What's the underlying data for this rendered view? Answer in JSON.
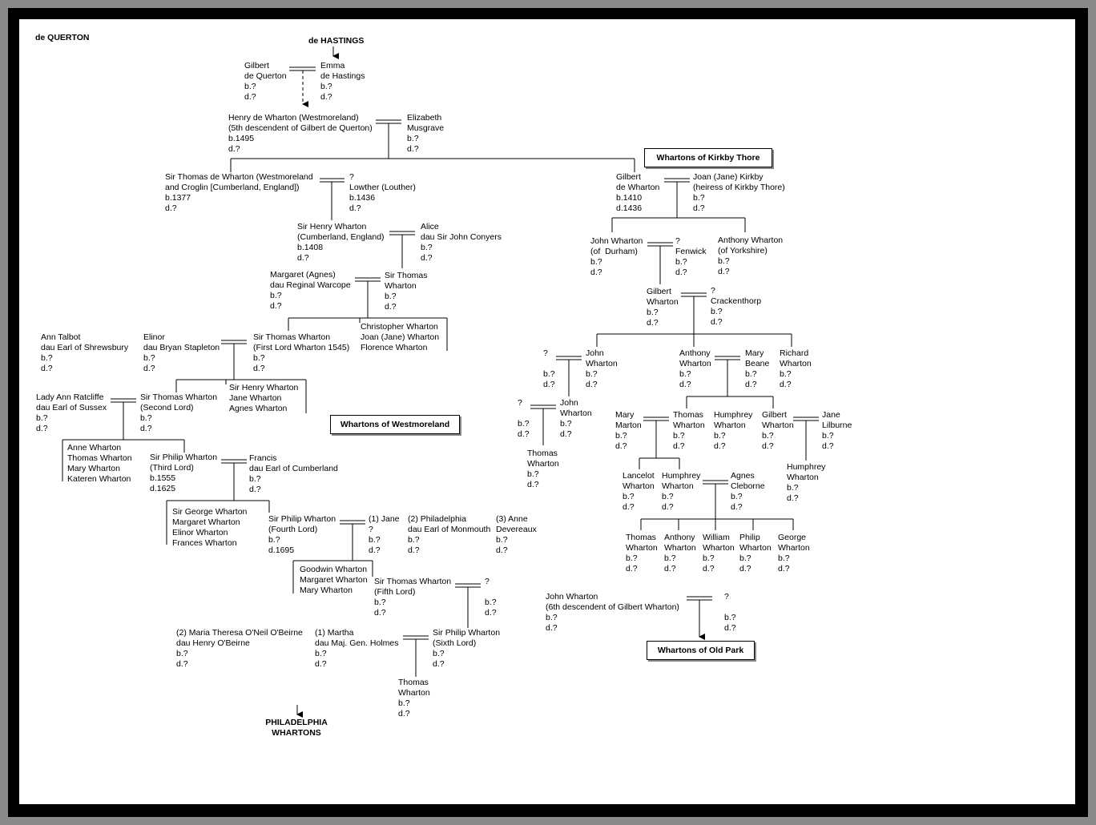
{
  "headings": {
    "querton": "de QUERTON",
    "hastings": "de HASTINGS",
    "philadelphia": "PHILADELPHIA\nWHARTONS"
  },
  "boxes": {
    "kirkby": "Whartons of Kirkby Thore",
    "westmoreland": "Whartons of Westmoreland",
    "oldpark": "Whartons of Old Park"
  },
  "people": {
    "gilbert_querton": "Gilbert\nde Querton\nb.?\nd.?",
    "emma": "Emma\nde Hastings\nb.?\nd.?",
    "henry": "Henry de Wharton (Westmoreland)\n(5th descendent of Gilbert de Querton)\nb.1495\nd.?",
    "elizabeth": "Elizabeth\nMusgrave\nb.?\nd.?",
    "sir_thomas_dw": "Sir Thomas de Wharton (Westmoreland\nand Croglin [Cumberland, England])\nb.1377\nd.?",
    "lowther": "?\nLowther (Louther)\nb.1436\nd.?",
    "gilbert_dw": "Gilbert\nde Wharton\nb.1410\nd.1436",
    "joan_kirkby": "Joan (Jane) Kirkby\n(heiress of Kirkby Thore)\nb.?\nd.?",
    "sir_henry": "Sir Henry Wharton\n(Cumberland, England)\nb.1408\nd.?",
    "alice": "Alice\ndau Sir John Conyers\nb.?\nd.?",
    "john_durham": "John Wharton\n(of  Durham)\nb.?\nd.?",
    "fenwick": "?\nFenwick\nb.?\nd.?",
    "anthony_york": "Anthony Wharton\n(of Yorkshire)\nb.?\nd.?",
    "margaret_agnes": "Margaret (Agnes)\ndau Reginal Warcope\nb.?\nd.?",
    "sir_thomas_w": "Sir Thomas\nWharton\nb.?\nd.?",
    "gilbert_w": "Gilbert\nWharton\nb.?\nd.?",
    "crackenthorp": "?\nCrackenthorp\nb.?\nd.?",
    "sibs_christopher": "Christopher Wharton\nJoan (Jane) Wharton\nFlorence Wharton",
    "ann_talbot": "Ann Talbot\ndau Earl of Shrewsbury\nb.?\nd.?",
    "elinor": "Elinor\ndau Bryan Stapleton\nb.?\nd.?",
    "first_lord": "Sir Thomas Wharton\n(First Lord Wharton 1545)\nb.?\nd.?",
    "unk_john": "?\n\nb.?\nd.?",
    "john_w1": "John\nWharton\nb.?\nd.?",
    "anthony_w": "Anthony\nWharton\nb.?\nd.?",
    "mary_beane": "Mary\nBeane\nb.?\nd.?",
    "richard": "Richard\nWharton\nb.?\nd.?",
    "sibs_henry": "Sir Henry Wharton\nJane Wharton\nAgnes Wharton",
    "lady_ann": "Lady Ann Ratcliffe\ndau Earl of Sussex\nb.?\nd.?",
    "second_lord": "Sir Thomas Wharton\n(Second Lord)\nb.?\nd.?",
    "unk_john2": "?\n\nb.?\nd.?",
    "john_w2": "John\nWharton\nb.?\nd.?",
    "mary_marton": "Mary\nMarton\nb.?\nd.?",
    "thomas_w1": "Thomas\nWharton\nb.?\nd.?",
    "humphrey_w1": "Humphrey\nWharton\nb.?\nd.?",
    "gilbert_w2": "Gilbert\nWharton\nb.?\nd.?",
    "jane_lilburne": "Jane\nLilburne\nb.?\nd.?",
    "sibs_anne": "Anne Wharton\nThomas Wharton\nMary Wharton\nKateren Wharton",
    "third_lord": "Sir Philip Wharton\n(Third Lord)\nb.1555\nd.1625",
    "francis": "Francis\ndau Earl of Cumberland\nb.?\nd.?",
    "thomas_w2": "Thomas\nWharton\nb.?\nd.?",
    "humphrey_w2": "Humphrey\nWharton\nb.?\nd.?",
    "lancelot": "Lancelot\nWharton\nb.?\nd.?",
    "humphrey_w3": "Humphrey\nWharton\nb.?\nd.?",
    "agnes_cleborne": "Agnes\nCleborne\nb.?\nd.?",
    "sibs_george": "Sir George Wharton\nMargaret Wharton\nElinor Wharton\nFrances Wharton",
    "fourth_lord": "Sir Philip Wharton\n(Fourth Lord)\nb.?\nd.1695",
    "jane1": "(1) Jane\n?\nb.?\nd.?",
    "philadelphia2": "(2) Philadelphia\ndau Earl of Monmouth\nb.?\nd.?",
    "anne3": "(3) Anne\nDevereaux\nb.?\nd.?",
    "c_thomas": "Thomas\nWharton\nb.?\nd.?",
    "c_anthony": "Anthony\nWharton\nb.?\nd.?",
    "c_william": "William\nWharton\nb.?\nd.?",
    "c_philip": "Philip\nWharton\nb.?\nd.?",
    "c_george": "George\nWharton\nb.?\nd.?",
    "sibs_goodwin": "Goodwin Wharton\nMargaret Wharton\nMary Wharton",
    "fifth_lord": "Sir Thomas Wharton\n(Fifth Lord)\nb.?\nd.?",
    "unk_fifth": "?\n\nb.?\nd.?",
    "john_6th": "John Wharton\n(6th descendent of Gilbert Wharton)\nb.?\nd.?",
    "unk_6th": "?\n\nb.?\nd.?",
    "maria": "(2) Maria Theresa O'Neil O'Beirne\ndau Henry O'Beirne\nb.?\nd.?",
    "martha": "(1) Martha\ndau Maj. Gen. Holmes\nb.?\nd.?",
    "sixth_lord": "Sir Philip Wharton\n(Sixth Lord)\nb.?\nd.?",
    "thomas_last": "Thomas\nWharton\nb.?\nd.?"
  }
}
